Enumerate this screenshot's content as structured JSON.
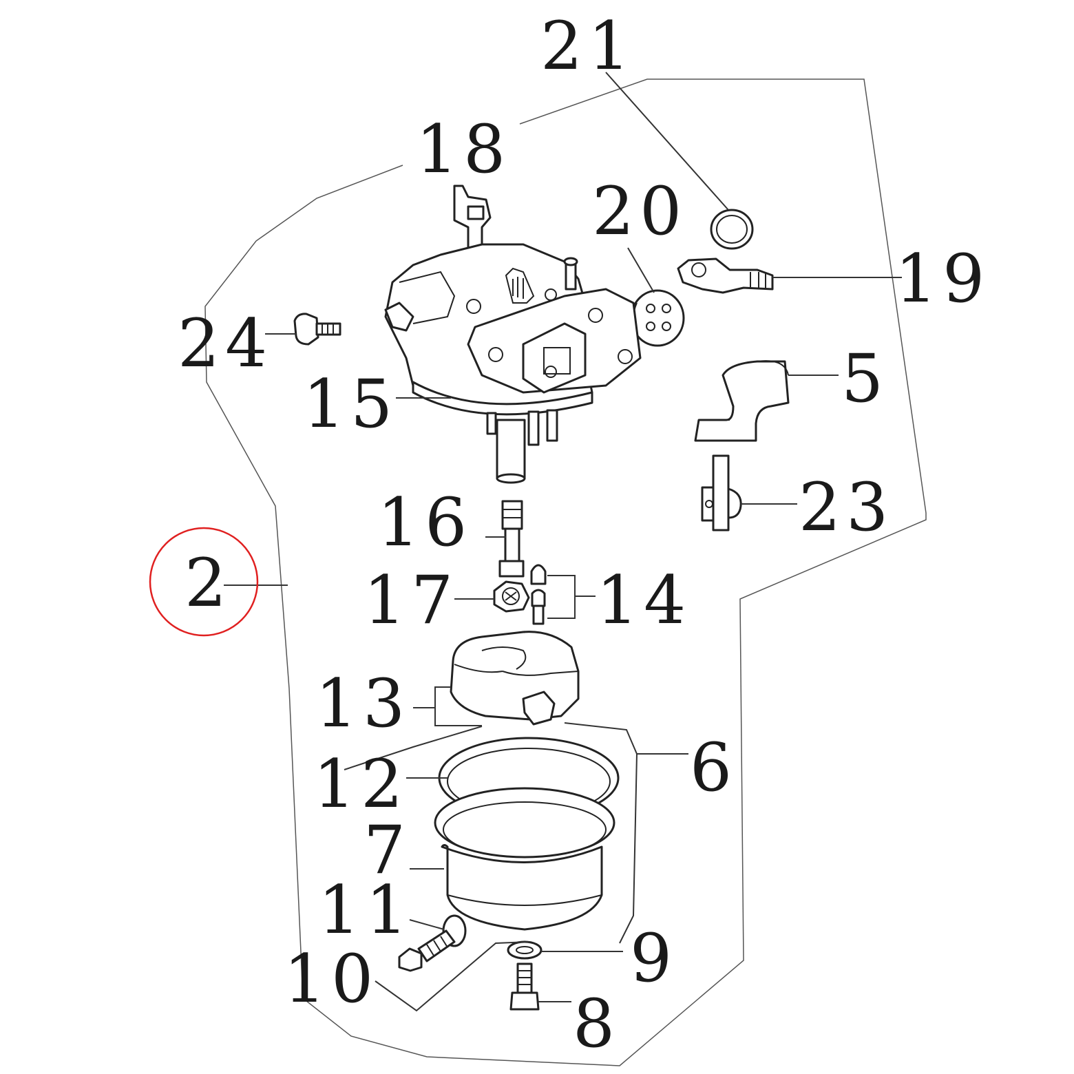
{
  "diagram": {
    "highlight_color": "#e02020",
    "highlighted_label": "2",
    "labels": {
      "l2": "2",
      "l5": "5",
      "l6": "6",
      "l7": "7",
      "l8": "8",
      "l9": "9",
      "l10": "10",
      "l11": "11",
      "l12": "12",
      "l13": "13",
      "l14": "14",
      "l15": "15",
      "l16": "16",
      "l17": "17",
      "l18": "18",
      "l19": "19",
      "l20": "20",
      "l21": "21",
      "l23": "23",
      "l24": "24"
    }
  }
}
